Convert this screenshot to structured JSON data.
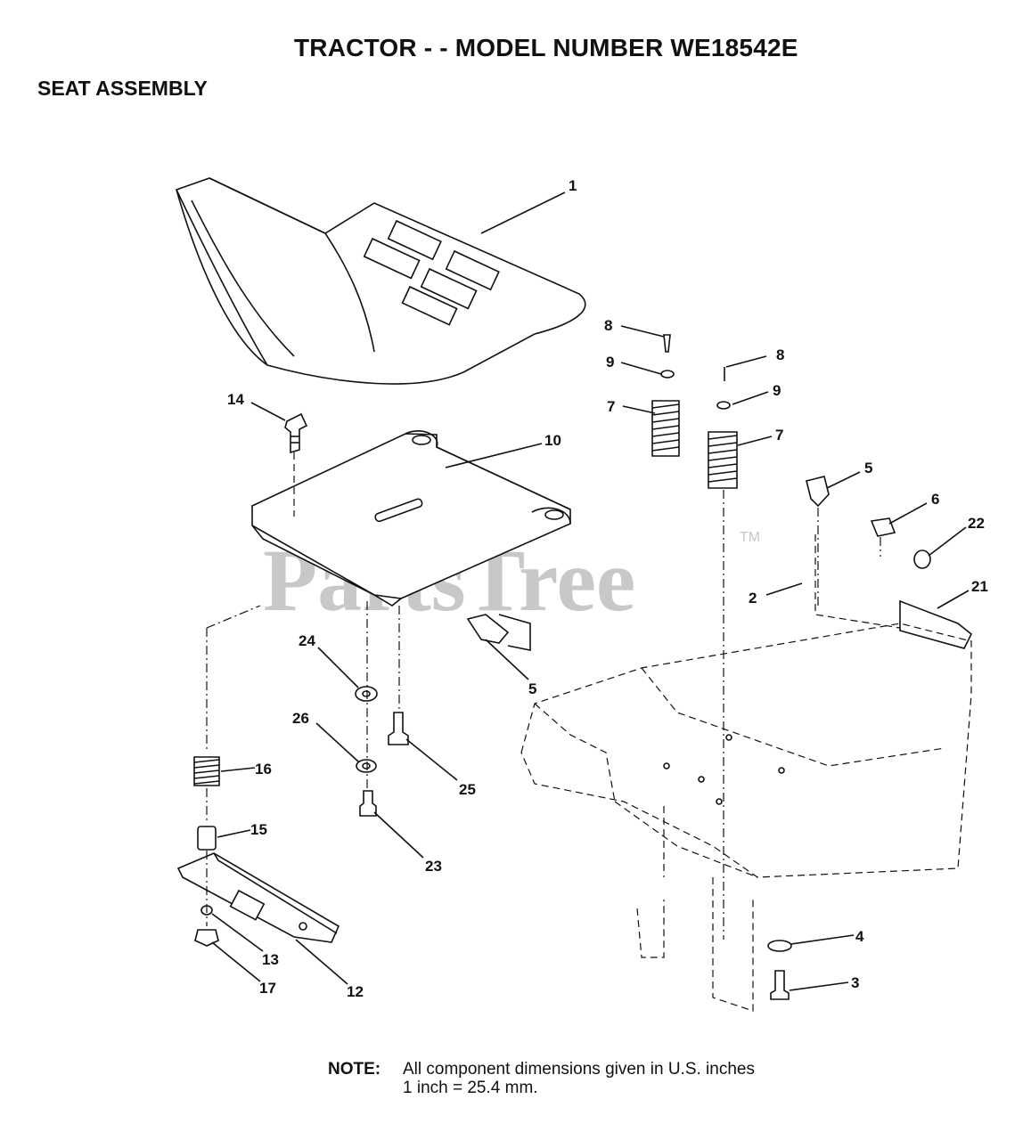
{
  "header": {
    "title": "TRACTOR - - MODEL NUMBER WE18542E",
    "subtitle": "SEAT ASSEMBLY"
  },
  "watermark": {
    "text": "PartsTree",
    "trademark": "TM"
  },
  "callouts": [
    "1",
    "8",
    "9",
    "8",
    "9",
    "7",
    "7",
    "14",
    "10",
    "5",
    "6",
    "22",
    "2",
    "21",
    "24",
    "5",
    "26",
    "25",
    "16",
    "15",
    "23",
    "13",
    "17",
    "12",
    "4",
    "3"
  ],
  "note": {
    "label": "NOTE:",
    "line1": "All component dimensions given in U.S. inches",
    "line2": "1 inch = 25.4 mm."
  }
}
